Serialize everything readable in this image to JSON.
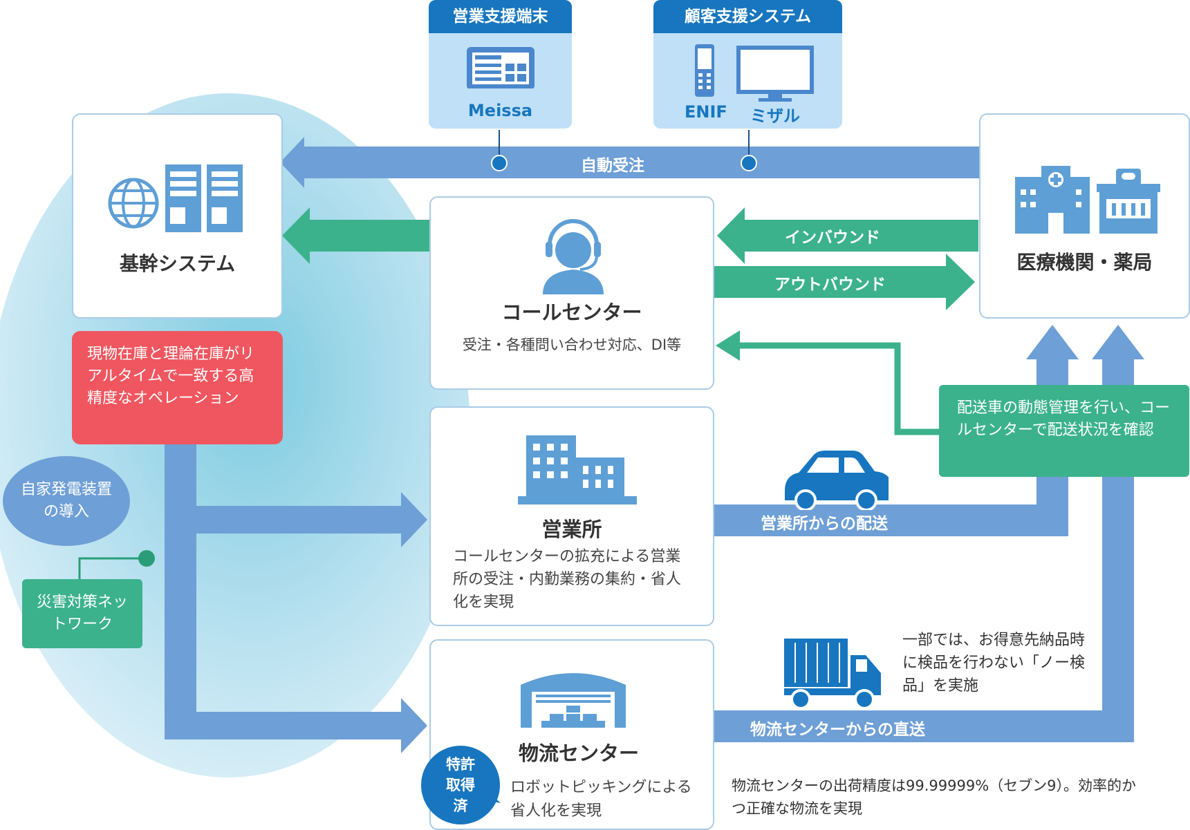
{
  "top_systems": {
    "sales_terminal": {
      "header": "営業支援端末",
      "items": [
        "Meissa"
      ]
    },
    "customer_system": {
      "header": "顧客支援システム",
      "items": [
        "ENIF",
        "ミザル"
      ]
    }
  },
  "nodes": {
    "core_system": {
      "title": "基幹システム"
    },
    "call_center": {
      "title": "コールセンター",
      "desc": "受注・各種問い合わせ対応、DI等"
    },
    "medical": {
      "title": "医療機関・薬局"
    },
    "sales_office": {
      "title": "営業所",
      "desc": "コールセンターの拡充による営業所の受注・内勤業務の集約・省人化を実現"
    },
    "logistics_center": {
      "title": "物流センター",
      "desc": "ロボットピッキングによる省人化を実現"
    }
  },
  "flows": {
    "auto_order": "自動受注",
    "inbound": "インバウンド",
    "outbound": "アウトバウンド",
    "office_delivery": "営業所からの配送",
    "center_direct": "物流センターからの直送"
  },
  "callouts": {
    "realtime": "現物在庫と理論在庫がリアルタイムで一致する高精度なオペレーション",
    "generator": "自家発電装置の導入",
    "disaster": "災害対策ネットワーク",
    "vehicle": "配送車の動態管理を行い、コールセンターで配送状況を確認",
    "patent": "特許取得済",
    "no_inspection": "一部では、お得意先納品時に検品を行わない「ノー検品」を実施",
    "accuracy": "物流センターの出荷精度は99.99999%（セブン9）。効率的かつ正確な物流を実現"
  },
  "colors": {
    "blue_arrow": "#6e9fd6",
    "green_arrow": "#3bb28c",
    "dark_blue": "#1776bf",
    "red": "#f0565f",
    "icon_blue": "#5e9fd6",
    "light_bg": "#bfe3f2"
  }
}
